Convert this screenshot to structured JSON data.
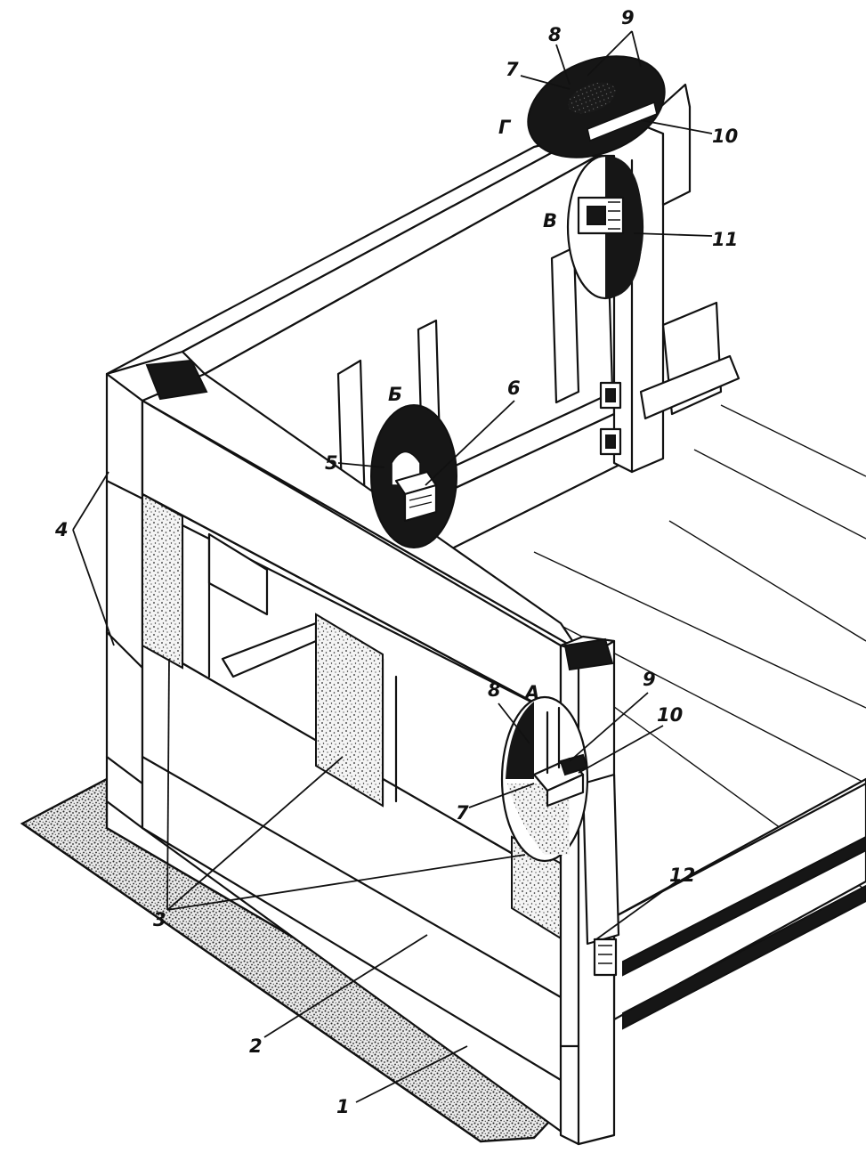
{
  "labels": {
    "l1": "1",
    "l2": "2",
    "l3": "3",
    "l4": "4",
    "l5": "5",
    "l6": "6",
    "l7_top": "7",
    "l8_top": "8",
    "l9_top": "9",
    "l10_top": "10",
    "l11": "11",
    "l12": "12",
    "l7_A": "7",
    "l8_A": "8",
    "l9_A": "9",
    "l10_A": "10",
    "callout_A": "А",
    "callout_B": "Б",
    "callout_V": "В",
    "callout_G": "Г"
  },
  "colors": {
    "ink": "#111111",
    "paper": "#ffffff"
  }
}
